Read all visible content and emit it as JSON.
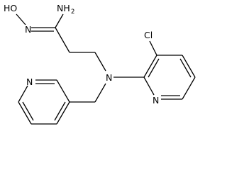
{
  "diagram": {
    "atoms": {
      "hydroxyl": "HO",
      "oxime_n": "N",
      "amine_n": "NH",
      "amine_sub": "2",
      "chloro": "Cl",
      "tertiary_n": "N",
      "pyridine_n_right": "N",
      "pyridine_n_left": "N"
    }
  }
}
